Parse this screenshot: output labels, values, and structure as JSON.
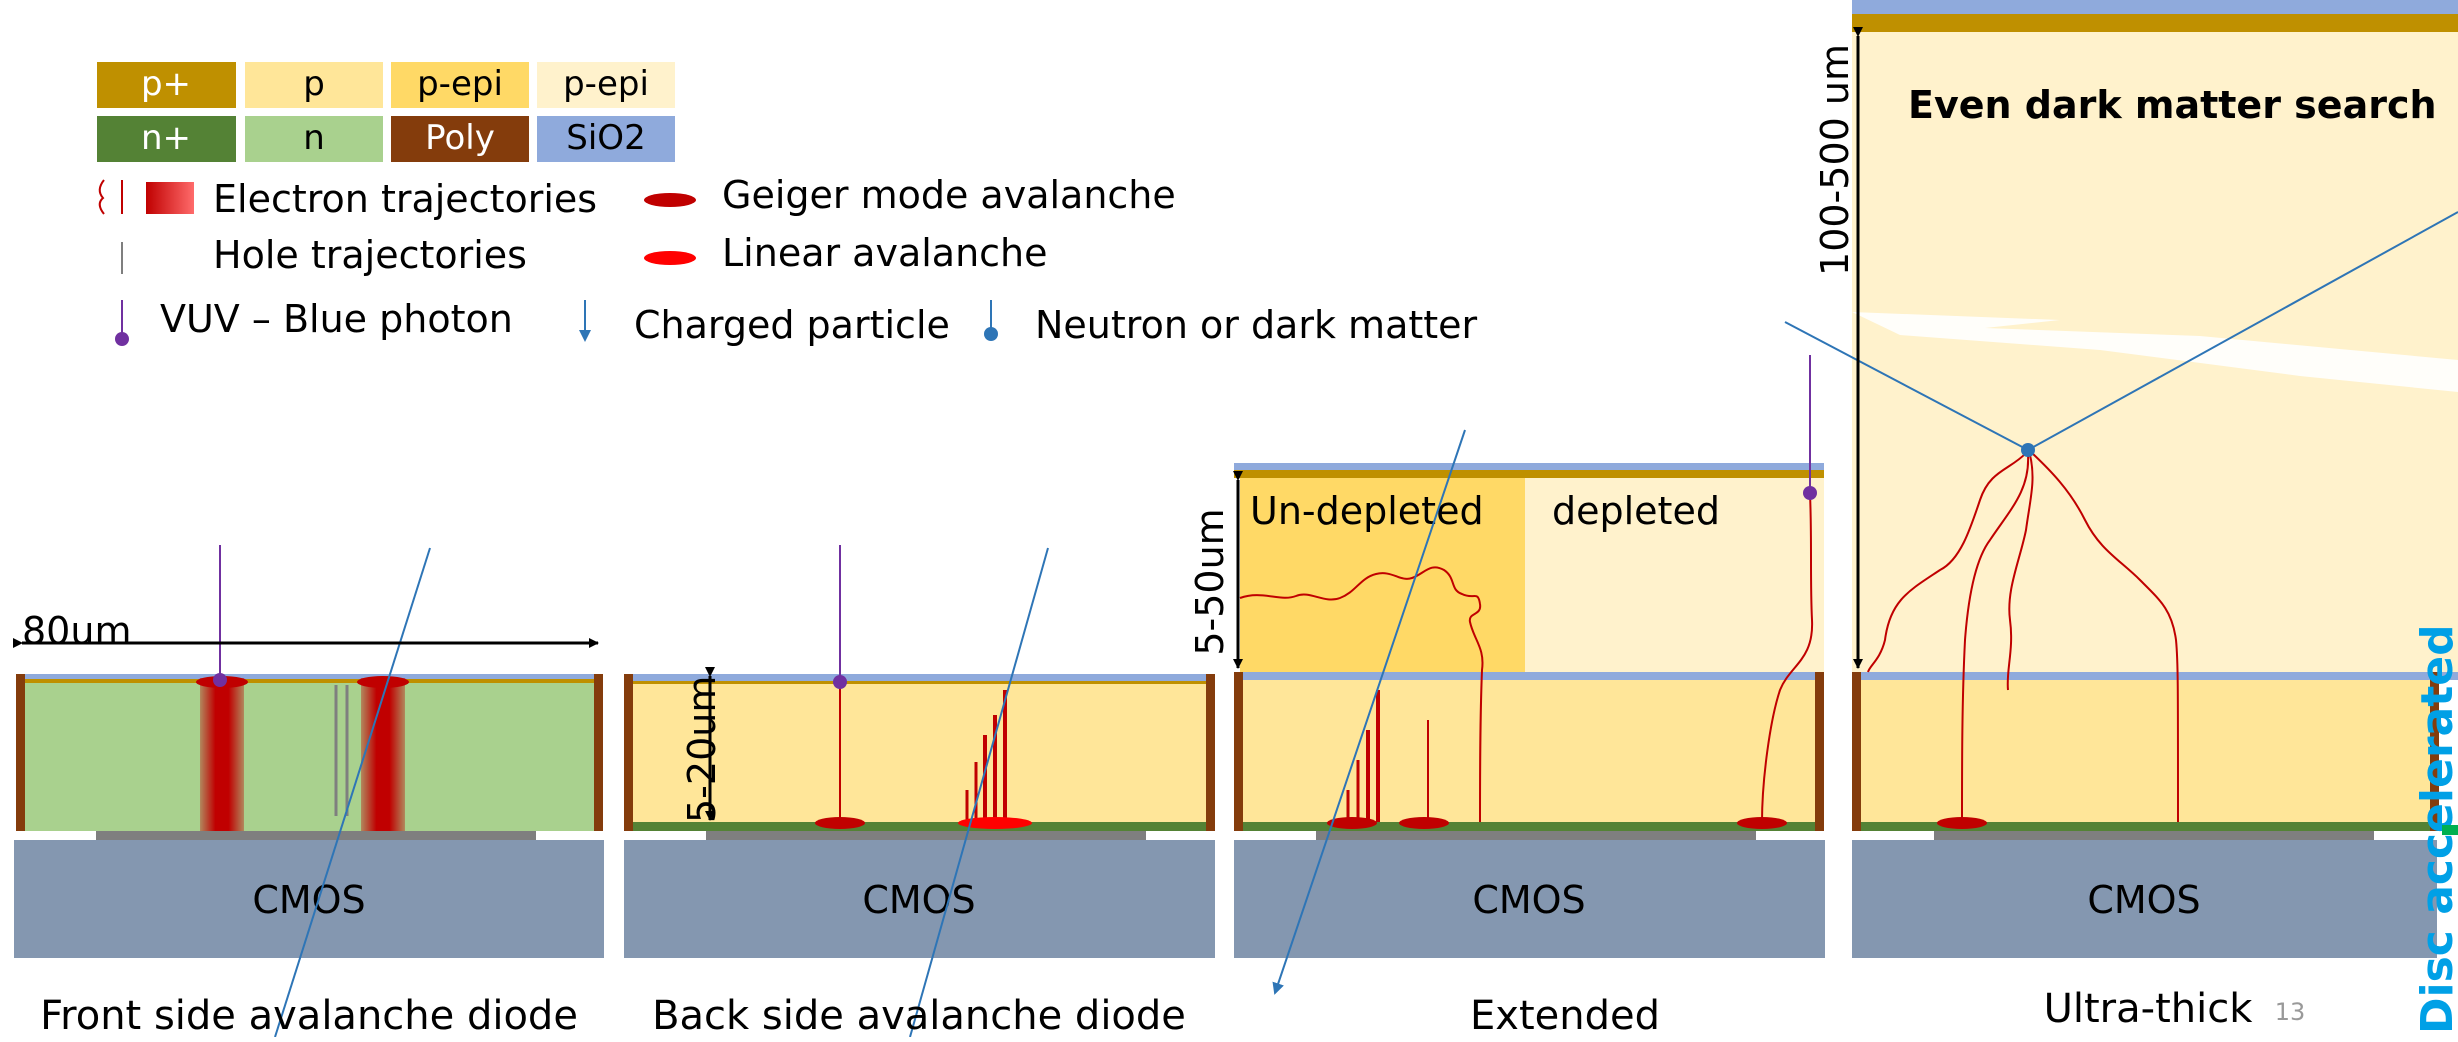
{
  "legend": {
    "materials": [
      {
        "id": "p_plus",
        "label": "p+",
        "color": "#bf9000"
      },
      {
        "id": "p",
        "label": "p",
        "color": "#ffe699"
      },
      {
        "id": "p_epi_dark",
        "label": "p-epi",
        "color": "#ffd966"
      },
      {
        "id": "p_epi_light",
        "label": "p-epi",
        "color": "#fff2cc"
      },
      {
        "id": "n_plus",
        "label": "n+",
        "color": "#548235"
      },
      {
        "id": "n",
        "label": "n",
        "color": "#a9d18e"
      },
      {
        "id": "poly",
        "label": "Poly",
        "color": "#843c0c"
      },
      {
        "id": "sio2",
        "label": "SiO2",
        "color": "#8faadc"
      }
    ],
    "electron": "Electron trajectories",
    "hole": "Hole trajectories",
    "vuv": "VUV – Blue photon",
    "geiger": "Geiger mode avalanche",
    "linear": "Linear avalanche",
    "charged": "Charged particle",
    "neutron": "Neutron or dark matter"
  },
  "colors": {
    "cmos": "#8497b0",
    "electron": "#c00000",
    "linear_avalanche": "#ff0000",
    "hole": "#7f7f7f",
    "photon": "#7030a0",
    "particle": "#2e75b6",
    "arrow": "#000000"
  },
  "panels": {
    "front": {
      "cmos": "CMOS",
      "caption": "Front side avalanche diode",
      "dim": "80um"
    },
    "back": {
      "cmos": "CMOS",
      "caption": "Back side avalanche diode",
      "dim": "5-20um"
    },
    "extended": {
      "cmos": "CMOS",
      "caption": "Extended",
      "dim": "5-50um",
      "undepleted": "Un-depleted",
      "depleted": "depleted"
    },
    "ultra": {
      "cmos": "CMOS",
      "caption": "Ultra-thick",
      "dim": "100-500 um",
      "title": "Even dark matter search"
    }
  },
  "page_number": "13",
  "cut_text": "Disc accelerated"
}
